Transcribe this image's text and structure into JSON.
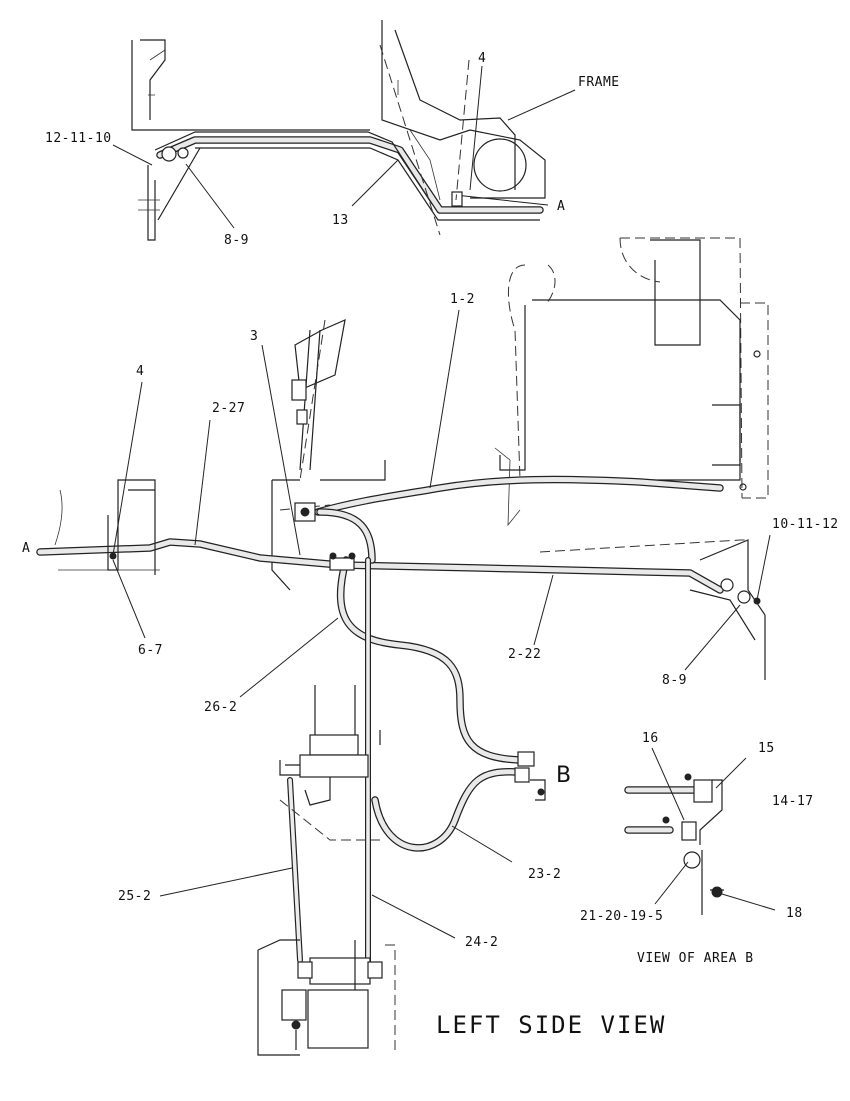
{
  "diagram": {
    "view_title": "LEFT SIDE VIEW",
    "area_label": "B",
    "detail_title": "VIEW OF AREA B",
    "section_marks": {
      "right": "A",
      "left": "A"
    },
    "frame_label": "FRAME",
    "callouts": [
      {
        "id": "top-4",
        "text": "4"
      },
      {
        "id": "top-12-11-10",
        "text": "12-11-10"
      },
      {
        "id": "top-13",
        "text": "13"
      },
      {
        "id": "top-8-9",
        "text": "8-9"
      },
      {
        "id": "main-1-2",
        "text": "1-2"
      },
      {
        "id": "main-3",
        "text": "3"
      },
      {
        "id": "main-4",
        "text": "4"
      },
      {
        "id": "main-2-27",
        "text": "2-27"
      },
      {
        "id": "main-10-11-12",
        "text": "10-11-12"
      },
      {
        "id": "main-6-7",
        "text": "6-7"
      },
      {
        "id": "main-2-22",
        "text": "2-22"
      },
      {
        "id": "main-8-9",
        "text": "8-9"
      },
      {
        "id": "main-26-2",
        "text": "26-2"
      },
      {
        "id": "main-23-2",
        "text": "23-2"
      },
      {
        "id": "main-25-2",
        "text": "25-2"
      },
      {
        "id": "main-24-2",
        "text": "24-2"
      },
      {
        "id": "det-16",
        "text": "16"
      },
      {
        "id": "det-15",
        "text": "15"
      },
      {
        "id": "det-14-17",
        "text": "14-17"
      },
      {
        "id": "det-21-20-19-5",
        "text": "21-20-19-5"
      },
      {
        "id": "det-18",
        "text": "18"
      }
    ]
  }
}
